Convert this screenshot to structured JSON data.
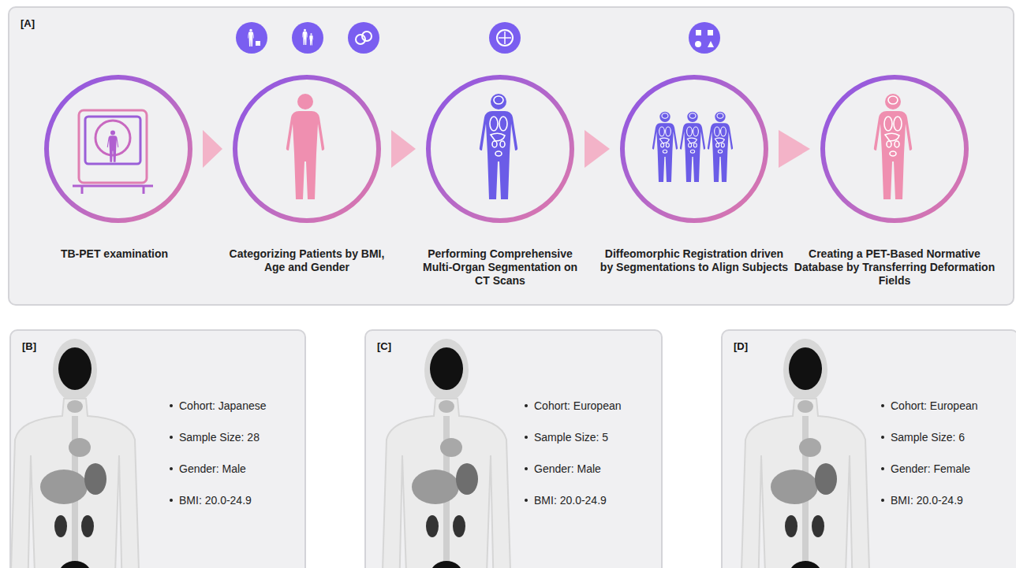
{
  "diagram": {
    "nodes": [
      {
        "text": [
          "[A]"
        ]
      },
      {
        "text": [
          "TB-PET examination"
        ],
        "in": 0
      },
      {
        "text": [
          "Categorizing Patients by BMI, Age and Gender"
        ],
        "in": 0
      },
      {
        "text": [
          "Performing Comprehensive Multi-Organ Segmentation on CT Scans"
        ],
        "in": 0
      },
      {
        "text": [
          "Diffeomorphic Registration driven by Segmentations to Align Subjects"
        ],
        "in": 0
      },
      {
        "text": [
          "Creating a PET-Based Normative Database by Transferring Deformation Fields"
        ],
        "in": 0
      },
      {
        "text": [
          "[B]",
          "Cohort: Japanese",
          "Sample Size: 28",
          "Gender: Male",
          "BMI: 20.0-24.9"
        ]
      },
      {
        "text": [
          "[C]",
          "Cohort: European",
          "Sample Size: 5",
          "Gender: Male",
          "BMI: 20.0-24.9"
        ]
      },
      {
        "text": [
          "[D]",
          "Cohort: European",
          "Sample Size: 6",
          "Gender: Female",
          "BMI: 20.0-24.9"
        ]
      }
    ],
    "edges": [
      {
        "from": 1,
        "to": 2,
        "arrow": "to"
      },
      {
        "from": 2,
        "to": 3,
        "arrow": "to"
      },
      {
        "from": 3,
        "to": 4,
        "arrow": "to"
      },
      {
        "from": 4,
        "to": 5,
        "arrow": "to"
      }
    ]
  }
}
